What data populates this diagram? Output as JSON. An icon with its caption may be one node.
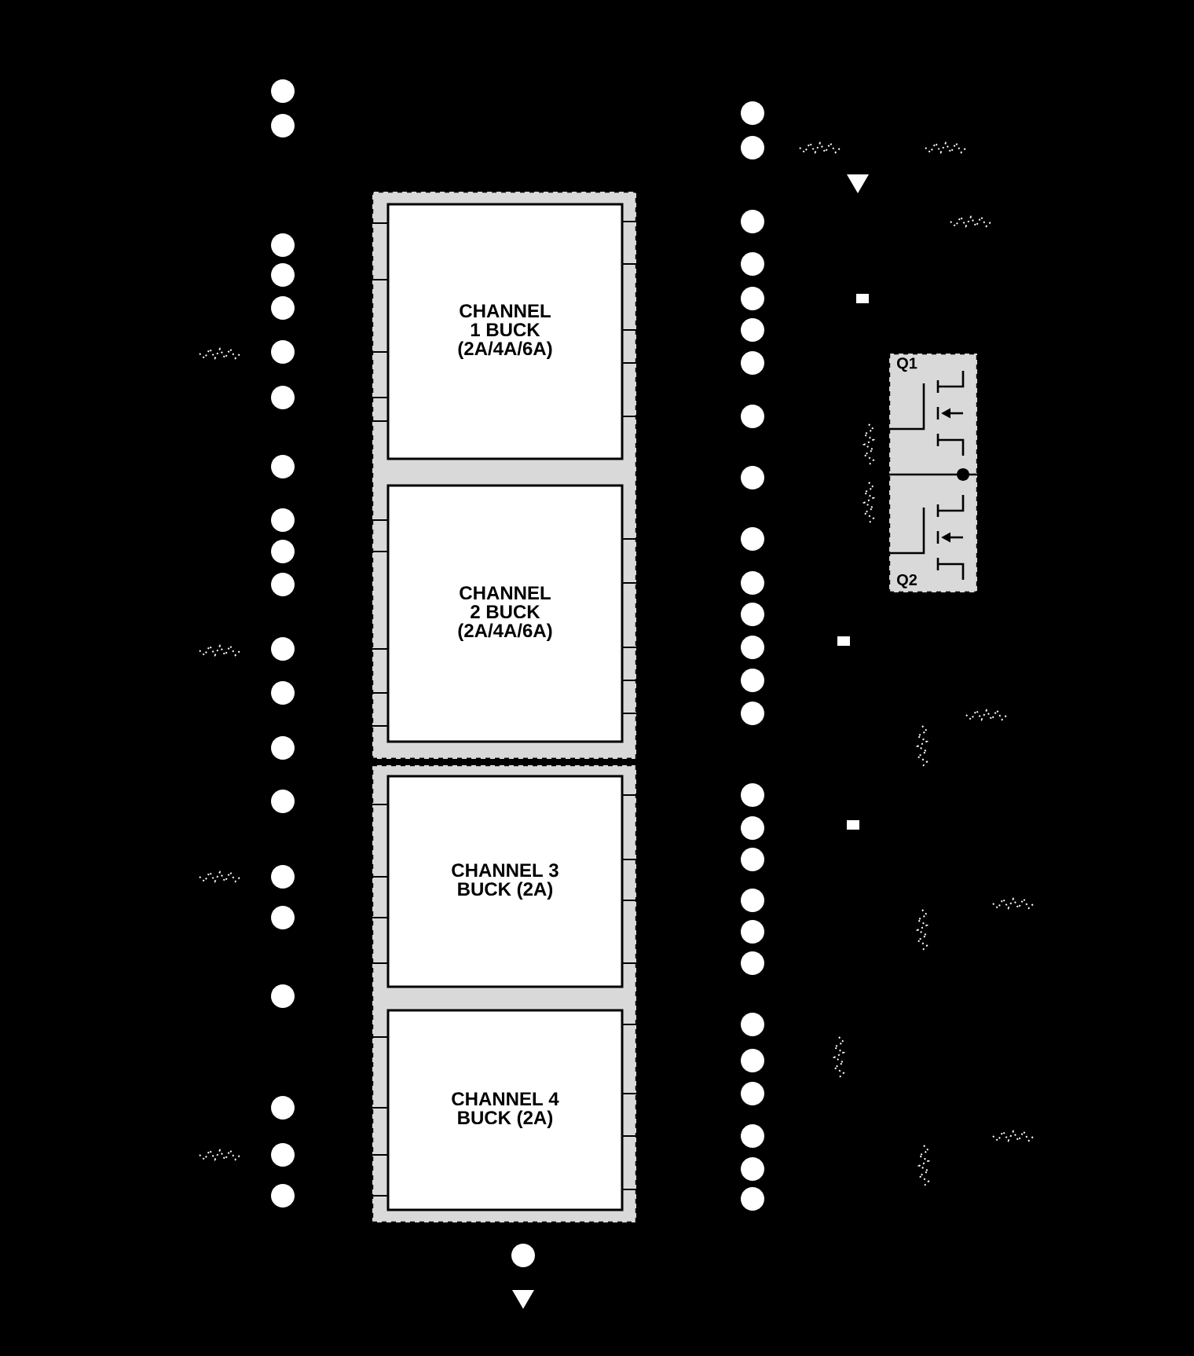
{
  "diagram": {
    "nodes": [
      {
        "text": [],
        "shape": "box"
      },
      {
        "text": [
          "CHANNEL 1 BUCK (2A/4A/6A)"
        ],
        "in": 0
      },
      {
        "text": [
          "CHANNEL 2 BUCK (2A/4A/6A)"
        ],
        "in": 0
      },
      {
        "text": [],
        "shape": "box"
      },
      {
        "text": [
          "CHANNEL 3 BUCK (2A)"
        ],
        "in": 3
      },
      {
        "text": [
          "CHANNEL 4 BUCK (2A)"
        ],
        "in": 3
      },
      {
        "text": [
          "Q1",
          "Q2"
        ]
      }
    ]
  }
}
